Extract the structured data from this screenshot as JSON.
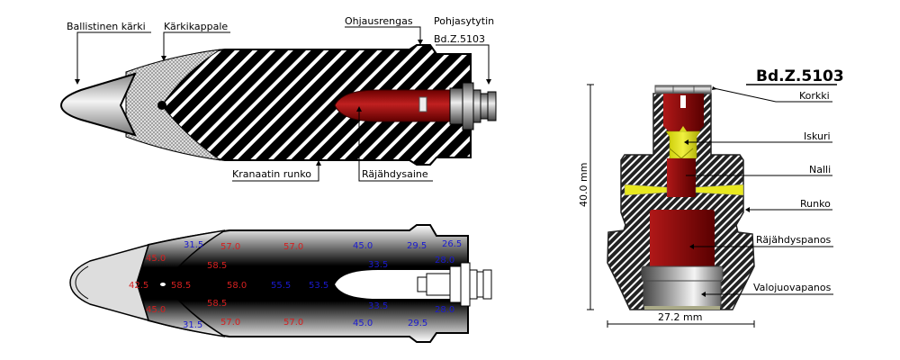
{
  "top_projectile": {
    "labels": {
      "ballistic_tip": "Ballistinen kärki",
      "tip_piece": "Kärkikappale",
      "driving_band": "Ohjausrengas",
      "base_fuze_line1": "Pohjasytytin",
      "base_fuze_line2": "Bd.Z.5103",
      "shell_body": "Kranaatin runko",
      "explosive": "Räjähdysaine"
    }
  },
  "bottom_projectile": {
    "red_values": {
      "tip": "42.5",
      "tip_piece_upper": "45.0",
      "tip_piece_lower": "45.0",
      "center_1": "58.5",
      "upper_1": "58.5",
      "lower_1": "58.5",
      "center_2": "58.0",
      "top_1": "57.0",
      "top_2": "57.0",
      "bottom_1": "57.0",
      "bottom_2": "57.0"
    },
    "blue_values": {
      "shoulder_top": "31.5",
      "shoulder_bottom": "31.5",
      "center_3": "55.5",
      "center_4": "53.5",
      "top_3": "45.0",
      "bottom_3": "45.0",
      "inner_top": "33.5",
      "inner_bottom": "33.5",
      "band_top": "29.5",
      "band_bottom": "29.5",
      "rear_top": "26.5",
      "rear_upper": "28.0",
      "rear_lower": "28.0"
    }
  },
  "fuze_detail": {
    "title": "Bd.Z.5103",
    "labels": {
      "cap": "Korkki",
      "striker": "Iskuri",
      "primer": "Nalli",
      "body": "Runko",
      "booster": "Räjähdyspanos",
      "tracer": "Valojuovapanos"
    },
    "dimensions": {
      "height": "40.0 mm",
      "width": "27.2 mm"
    }
  },
  "colors": {
    "red_value": "#d42020",
    "blue_value": "#1a1ad0",
    "explosive_red": "#9a1010",
    "striker_yellow": "#e0e020"
  }
}
